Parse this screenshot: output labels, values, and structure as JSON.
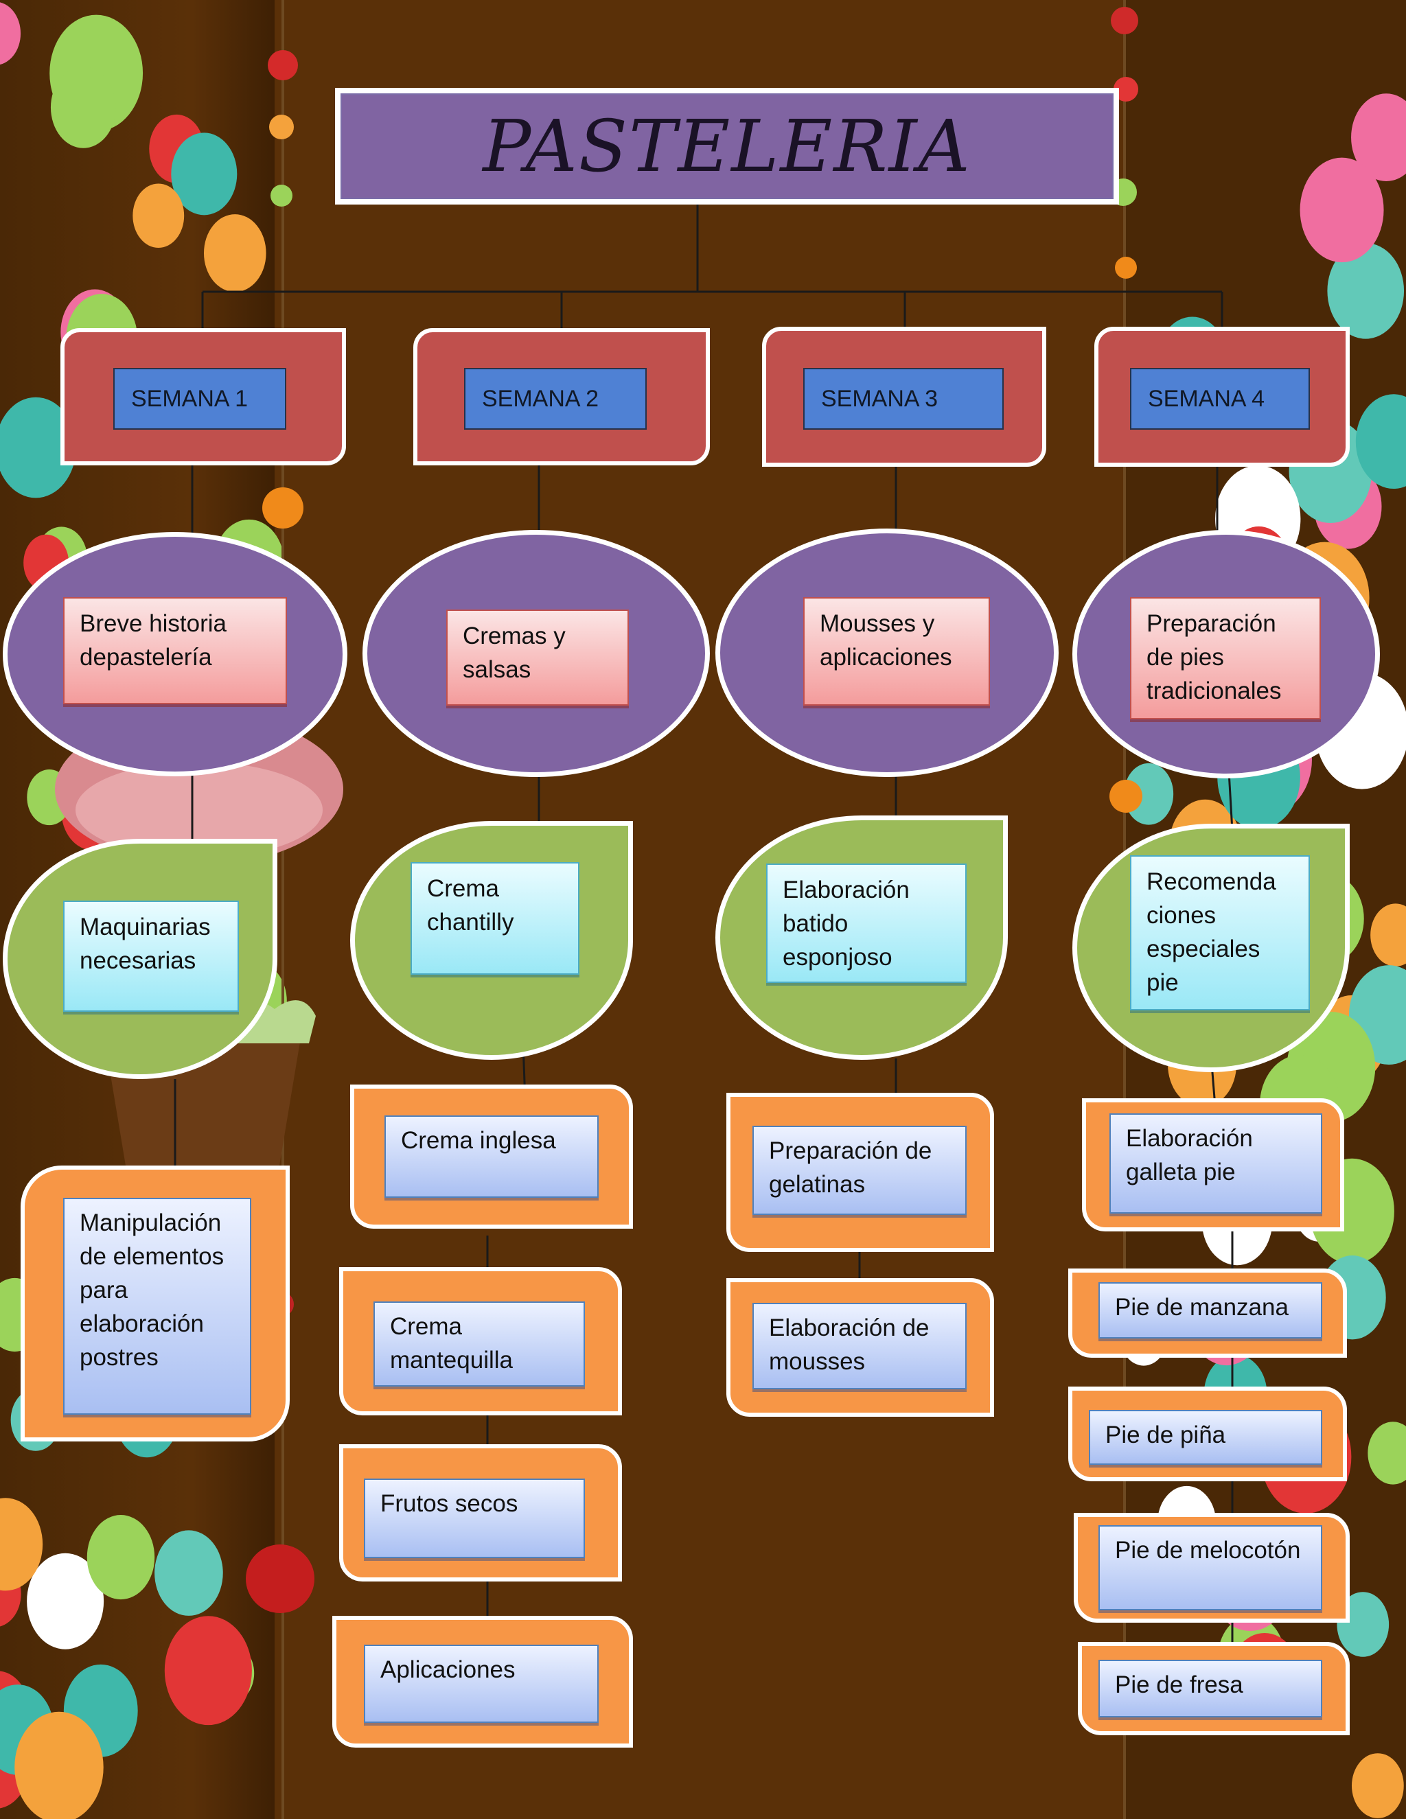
{
  "title": "PASTELERIA",
  "weeks": [
    {
      "label": "SEMANA 1",
      "topic": "Breve historia depastelería",
      "sub": "Maquinarias necesarias",
      "items": [
        "Manipulación de elementos para elaboración postres"
      ]
    },
    {
      "label": "SEMANA 2",
      "topic": "Cremas y salsas",
      "sub": "Crema chantilly",
      "items": [
        "Crema inglesa",
        "Crema mantequilla",
        "Frutos secos",
        "Aplicaciones"
      ]
    },
    {
      "label": "SEMANA 3",
      "topic": "Mousses y aplicaciones",
      "sub": "Elaboración batido esponjoso",
      "items": [
        "Preparación de gelatinas",
        "Elaboración de mousses"
      ]
    },
    {
      "label": "SEMANA 4",
      "topic": "Preparación de pies tradicionales",
      "sub": "Recomenda ciones especiales pie",
      "items": [
        "Elaboración galleta pie",
        "Pie de manzana",
        "Pie de piña",
        "Pie de melocotón",
        "Pie de fresa"
      ]
    }
  ],
  "colors": {
    "background": "#5a3008",
    "title_fill": "#8064a2",
    "week_fill": "#c0504d",
    "week_label_fill": "#4f81d4",
    "topic_ellipse": "#8064a2",
    "topic_label": "#f49c9c",
    "sub_leaf": "#9bbb59",
    "sub_label": "#9ae8f6",
    "item_frame": "#f79646",
    "item_label": "#a9bff2",
    "connector": "#1a1a1a"
  },
  "icons": [
    "polka-dot-background",
    "cupcake-illustration",
    "candy-bead-strings"
  ]
}
